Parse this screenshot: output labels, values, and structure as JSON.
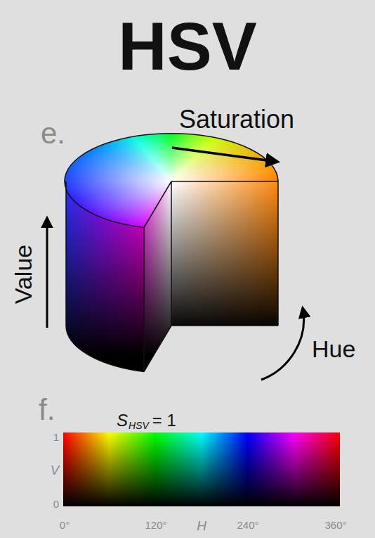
{
  "diagram": {
    "title": "HSV",
    "labels": [
      "e.",
      "Saturation",
      "Value",
      "Hue",
      "f.",
      "S",
      "HSV",
      "= 1",
      "1",
      "V",
      "0",
      "0°",
      "120°",
      "H",
      "240°",
      "360°"
    ]
  }
}
